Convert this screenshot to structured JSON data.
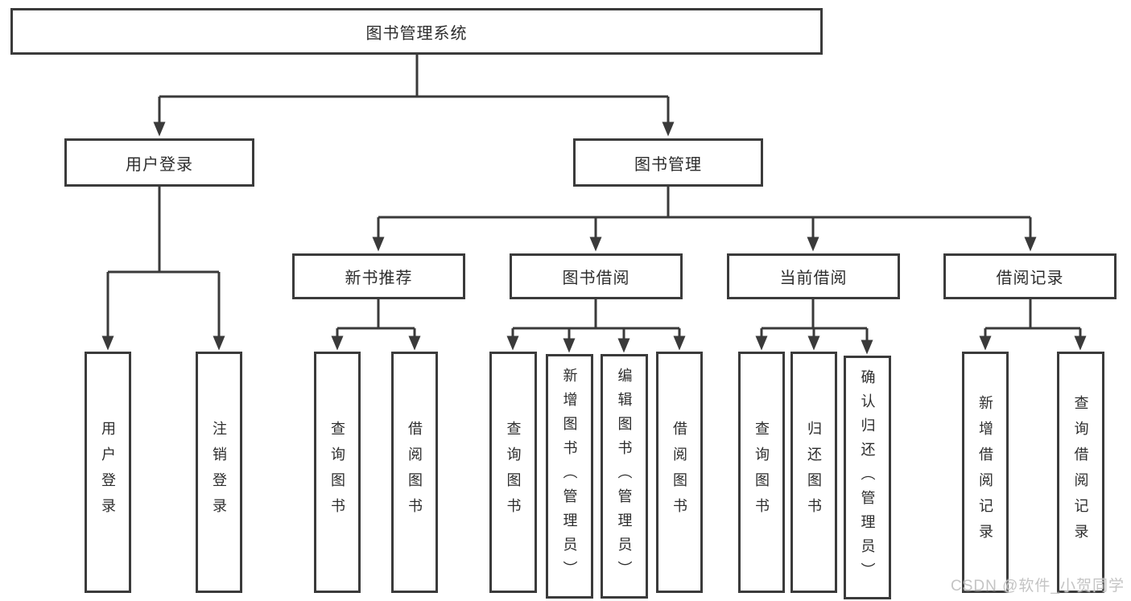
{
  "title": "图书管理系统",
  "colors": {
    "line": "#3a3a3a",
    "box_border": "#3b3b3b",
    "box_fill": "#ffffff",
    "text": "#2d2d2d",
    "watermark": "#c4c4c4",
    "background": "#ffffff"
  },
  "diagram": {
    "root": {
      "label": "图书管理系统"
    },
    "level2": [
      {
        "label": "用户登录"
      },
      {
        "label": "图书管理"
      }
    ],
    "level3": [
      {
        "label": "新书推荐"
      },
      {
        "label": "图书借阅"
      },
      {
        "label": "当前借阅"
      },
      {
        "label": "借阅记录"
      }
    ],
    "leaves": {
      "user_login": [
        {
          "label": "用户登录"
        },
        {
          "label": "注销登录"
        }
      ],
      "new_book_recommend": [
        {
          "label": "查询图书"
        },
        {
          "label": "借阅图书"
        }
      ],
      "book_borrow": [
        {
          "label": "查询图书"
        },
        {
          "label": "新增图书（管理员）"
        },
        {
          "label": "编辑图书（管理员）"
        },
        {
          "label": "借阅图书"
        }
      ],
      "current_borrow": [
        {
          "label": "查询图书"
        },
        {
          "label": "归还图书"
        },
        {
          "label": "确认归还（管理员）"
        }
      ],
      "borrow_records": [
        {
          "label": "新增借阅记录"
        },
        {
          "label": "查询借阅记录"
        }
      ]
    }
  },
  "watermark": {
    "text": "CSDN @软件_小贺同学"
  }
}
